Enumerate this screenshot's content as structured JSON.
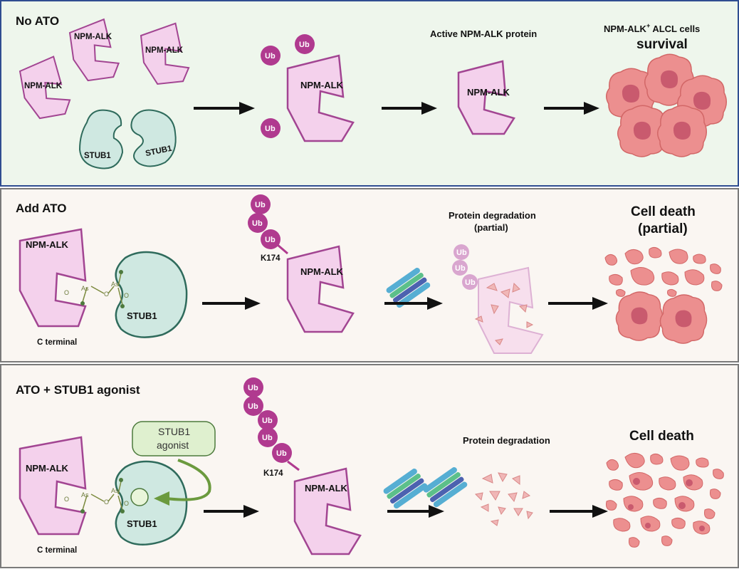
{
  "panels": {
    "no_ato": {
      "title": "No ATO",
      "npm_alk": "NPM-ALK",
      "stub1": "STUB1",
      "ub": "Ub",
      "active_label": "Active NPM-ALK protein",
      "cells_label_prefix": "NPM-ALK",
      "cells_label_sup": "+",
      "cells_label_suffix": " ALCL cells",
      "outcome": "survival"
    },
    "add_ato": {
      "title": "Add ATO",
      "npm_alk": "NPM-ALK",
      "stub1": "STUB1",
      "arsenic": "As",
      "oxygen": "O",
      "c_terminal": "C terminal",
      "ub": "Ub",
      "k174": "K174",
      "degradation_line1": "Protein degradation",
      "degradation_line2": "(partial)",
      "outcome_line1": "Cell death",
      "outcome_line2": "(partial)"
    },
    "ato_agonist": {
      "title": "ATO + STUB1 agonist",
      "npm_alk": "NPM-ALK",
      "stub1": "STUB1",
      "agonist_line1": "STUB1",
      "agonist_line2": "agonist",
      "arsenic": "As",
      "oxygen": "O",
      "c_terminal": "C terminal",
      "ub": "Ub",
      "k174": "K174",
      "degradation": "Protein degradation",
      "outcome": "Cell death"
    }
  },
  "colors": {
    "panel1_bg": "#eef6ec",
    "panel1_border": "#2f4d91",
    "panel_bg": "#faf6f2",
    "npm_fill": "#f4d1ec",
    "npm_stroke": "#a24592",
    "stub_fill": "#cfe8e1",
    "stub_stroke": "#2f6b5c",
    "ub_fill": "#b03a8f",
    "cell_fill": "#ec8f8f",
    "arrow": "#111111"
  }
}
